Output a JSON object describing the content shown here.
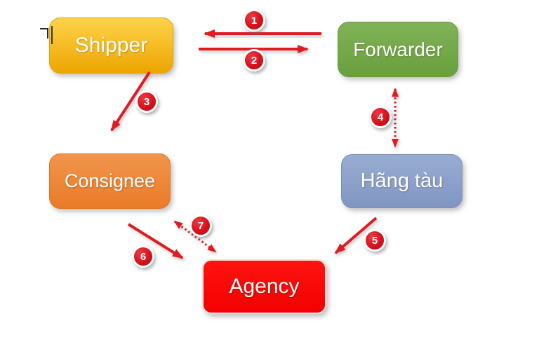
{
  "diagram": {
    "background": "#ffffff",
    "arrow_color": "#e01b22",
    "badge_fill_color": "#d6121c",
    "badge_ring_color": "#ffffff",
    "nodes": [
      {
        "id": "shipper",
        "label": "Shipper",
        "color_top": "#ffd34a",
        "color_bottom": "#eda500",
        "text_color": "#ffffff"
      },
      {
        "id": "forwarder",
        "label": "Forwarder",
        "color_top": "#81b257",
        "color_bottom": "#699f3e",
        "text_color": "#ffffff"
      },
      {
        "id": "consignee",
        "label": "Consignee",
        "color_top": "#f2954e",
        "color_bottom": "#e87b27",
        "text_color": "#ffffff"
      },
      {
        "id": "hang-tau",
        "label": "Hãng tàu",
        "color_top": "#99add3",
        "color_bottom": "#8095c1",
        "text_color": "#ffffff"
      },
      {
        "id": "agency",
        "label": "Agency",
        "color_top": "#ff1310",
        "color_bottom": "#f30000",
        "text_color": "#ffffff"
      }
    ],
    "connections": [
      {
        "badge": "1",
        "from": "forwarder",
        "to": "shipper",
        "style": "solid",
        "direction": "one-way"
      },
      {
        "badge": "2",
        "from": "shipper",
        "to": "forwarder",
        "style": "solid",
        "direction": "one-way"
      },
      {
        "badge": "3",
        "from": "shipper",
        "to": "consignee",
        "style": "solid",
        "direction": "one-way"
      },
      {
        "badge": "4",
        "from": "forwarder",
        "to": "hang-tau",
        "style": "dotted",
        "direction": "two-way"
      },
      {
        "badge": "5",
        "from": "hang-tau",
        "to": "agency",
        "style": "solid",
        "direction": "one-way"
      },
      {
        "badge": "6",
        "from": "consignee",
        "to": "agency",
        "style": "solid",
        "direction": "one-way"
      },
      {
        "badge": "7",
        "from": "consignee",
        "to": "agency",
        "style": "dotted",
        "direction": "two-way"
      }
    ]
  }
}
